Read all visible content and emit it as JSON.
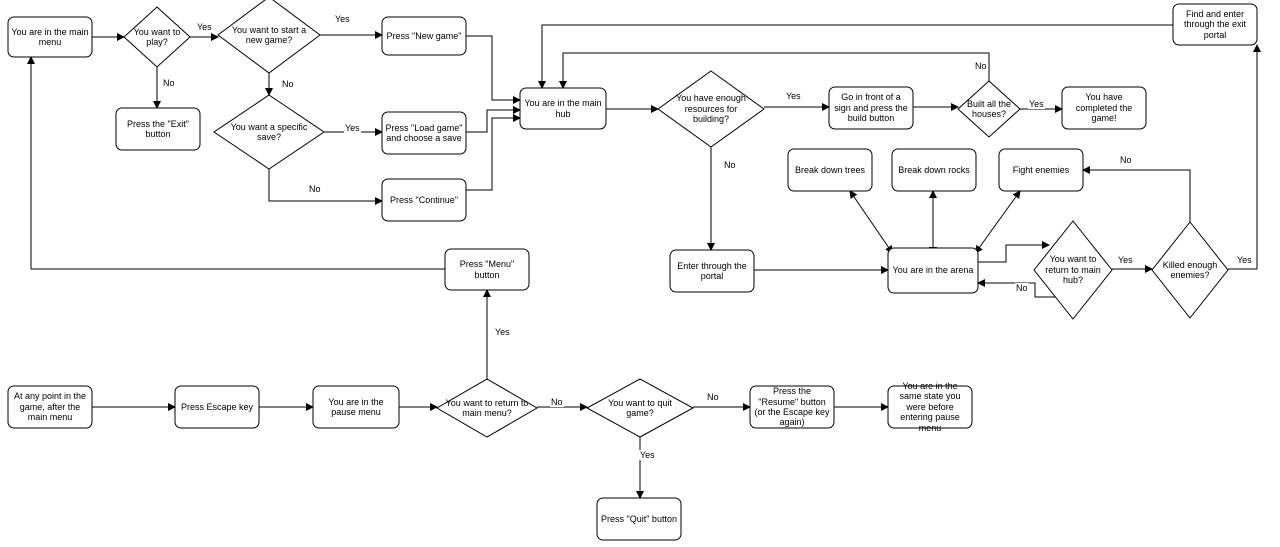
{
  "nodes": {
    "main_menu": "You are in the main menu",
    "want_play": "You want to play?",
    "start_new": "You want to start a new game?",
    "press_new": "Press \"New game\"",
    "press_exit": "Press the \"Exit\" button",
    "specific_save": "You want a specific save?",
    "press_load": "Press \"Load game\" and choose a save",
    "press_continue": "Press \"Continue\"",
    "main_hub": "You are in the main hub",
    "enough_resources": "You have enough resources for building?",
    "build_sign": "Go in front of a sign and press the build button",
    "built_all": "Built all the houses?",
    "completed": "You have completed the game!",
    "exit_portal": "Find and enter through the exit portal",
    "break_trees": "Break down trees",
    "break_rocks": "Break down rocks",
    "fight_enemies": "Fight enemies",
    "enter_portal": "Enter through the portal",
    "arena": "You are in the arena",
    "return_hub": "You want to return to main hub?",
    "killed_enough": "Killed enough enemies?",
    "press_menu": "Press \"Menu\" button",
    "any_point": "At any point in the game, after the main menu",
    "press_escape": "Press Escape key",
    "pause_menu": "You are in the pause menu",
    "return_menu": "You want to return to main menu?",
    "quit_game": "You want to quit game?",
    "press_resume": "Press the \"Resume\" button (or the Escape key again)",
    "same_state": "You are in the same state you were before entering pause menu",
    "press_quit": "Press \"Quit\" button"
  },
  "edge_labels": {
    "play_yes": "Yes",
    "play_no": "No",
    "new_yes": "Yes",
    "new_no": "No",
    "save_yes": "Yes",
    "save_no": "No",
    "res_yes": "Yes",
    "res_no": "No",
    "built_yes": "Yes",
    "built_no": "No",
    "return_yes": "Yes",
    "return_no": "No",
    "killed_yes": "Yes",
    "killed_no": "No",
    "menu_yes": "Yes",
    "menu_no": "No",
    "quit_yes": "Yes",
    "quit_no": "No"
  }
}
